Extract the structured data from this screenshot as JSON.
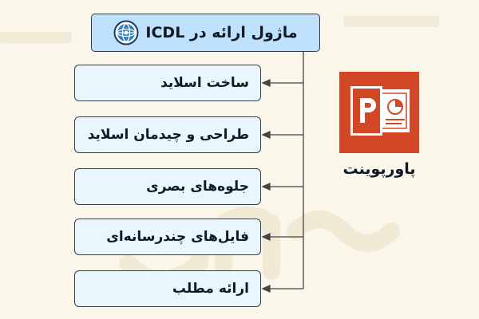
{
  "title": {
    "text": "ماژول ارائه در ICDL",
    "logo_icon": "icdl-globe-logo"
  },
  "items": [
    {
      "label": "ساخت اسلاید"
    },
    {
      "label": "طراحی و چیدمان اسلاید"
    },
    {
      "label": "جلوه‌های بصری"
    },
    {
      "label": "فایل‌های چندرسانه‌ای"
    },
    {
      "label": "ارائه مطلب"
    }
  ],
  "app": {
    "icon": "powerpoint-icon",
    "label": "پاورپوینت"
  },
  "colors": {
    "background": "#faf6ea",
    "title_fill": "#bfe1fb",
    "item_fill": "#eaf6fe",
    "border": "#34414d",
    "powerpoint": "#d24726"
  }
}
